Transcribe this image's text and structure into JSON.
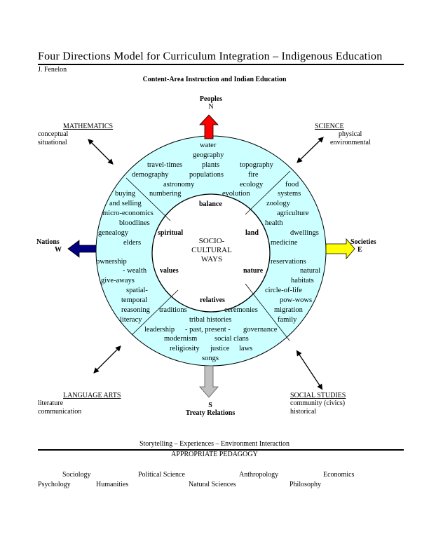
{
  "header": {
    "title": "Four Directions Model for Curriculum Integration – Indigenous Education",
    "author": "J. Fenelon",
    "subtitle": "Content-Area Instruction and Indian Education"
  },
  "directions": {
    "north": {
      "name": "Peoples",
      "letter": "N",
      "arrow_color": "#ff0000"
    },
    "east": {
      "name": "Societies",
      "letter": "E",
      "arrow_color": "#ffff00"
    },
    "south": {
      "letter": "S",
      "name": "Treaty Relations",
      "arrow_color": "#c0c0c0"
    },
    "west": {
      "name": "Nations",
      "letter": "W",
      "arrow_color": "#000080"
    }
  },
  "subjects": {
    "mathematics": {
      "title": "MATHEMATICS",
      "items": [
        "conceptual",
        "situational"
      ]
    },
    "science": {
      "title": "SCIENCE",
      "items": [
        "physical",
        "environmental"
      ]
    },
    "language_arts": {
      "title": "LANGUAGE ARTS",
      "items": [
        "literature",
        "communication"
      ]
    },
    "social_studies": {
      "title": "SOCIAL STUDIES",
      "items": [
        "community (civics)",
        "historical"
      ]
    }
  },
  "ring": {
    "fill_color": "#ccffff",
    "north": [
      "water",
      "geography",
      "travel-times",
      "plants",
      "topography",
      "demography",
      "populations",
      "fire",
      "astronomy",
      "ecology",
      "numbering",
      "evolution"
    ],
    "west": [
      "buying",
      "and selling",
      "micro-economics",
      "bloodlines",
      "genealogy",
      "elders",
      "ownership",
      "- wealth",
      "give-aways",
      "spatial-",
      "temporal",
      "reasoning",
      "literacy"
    ],
    "east": [
      "food",
      "systems",
      "zoology",
      "agriculture",
      "health",
      "dwellings",
      "medicine",
      "reservations",
      "natural",
      "habitats",
      "circle-of-life",
      "pow-wows",
      "migration",
      "family"
    ],
    "south": [
      "traditions",
      "ceremonies",
      "tribal histories",
      "leadership",
      "- past, present -",
      "governance",
      "modernism",
      "social clans",
      "religiosity",
      "justice",
      "laws",
      "songs"
    ]
  },
  "inner": {
    "labels": [
      "balance",
      "spiritual",
      "land",
      "values",
      "nature",
      "relatives"
    ],
    "center": [
      "SOCIO-",
      "CULTURAL",
      "WAYS"
    ]
  },
  "footer": {
    "pedagogy_line": "Storytelling  –  Experiences  –  Environment Interaction",
    "pedagogy_title": "APPROPRIATE PEDAGOGY",
    "disciplines_row1": [
      "Sociology",
      "Political Science",
      "Anthropology",
      "Economics"
    ],
    "disciplines_row2": [
      "Psychology",
      "Humanities",
      "Natural Sciences",
      "Philosophy"
    ]
  }
}
